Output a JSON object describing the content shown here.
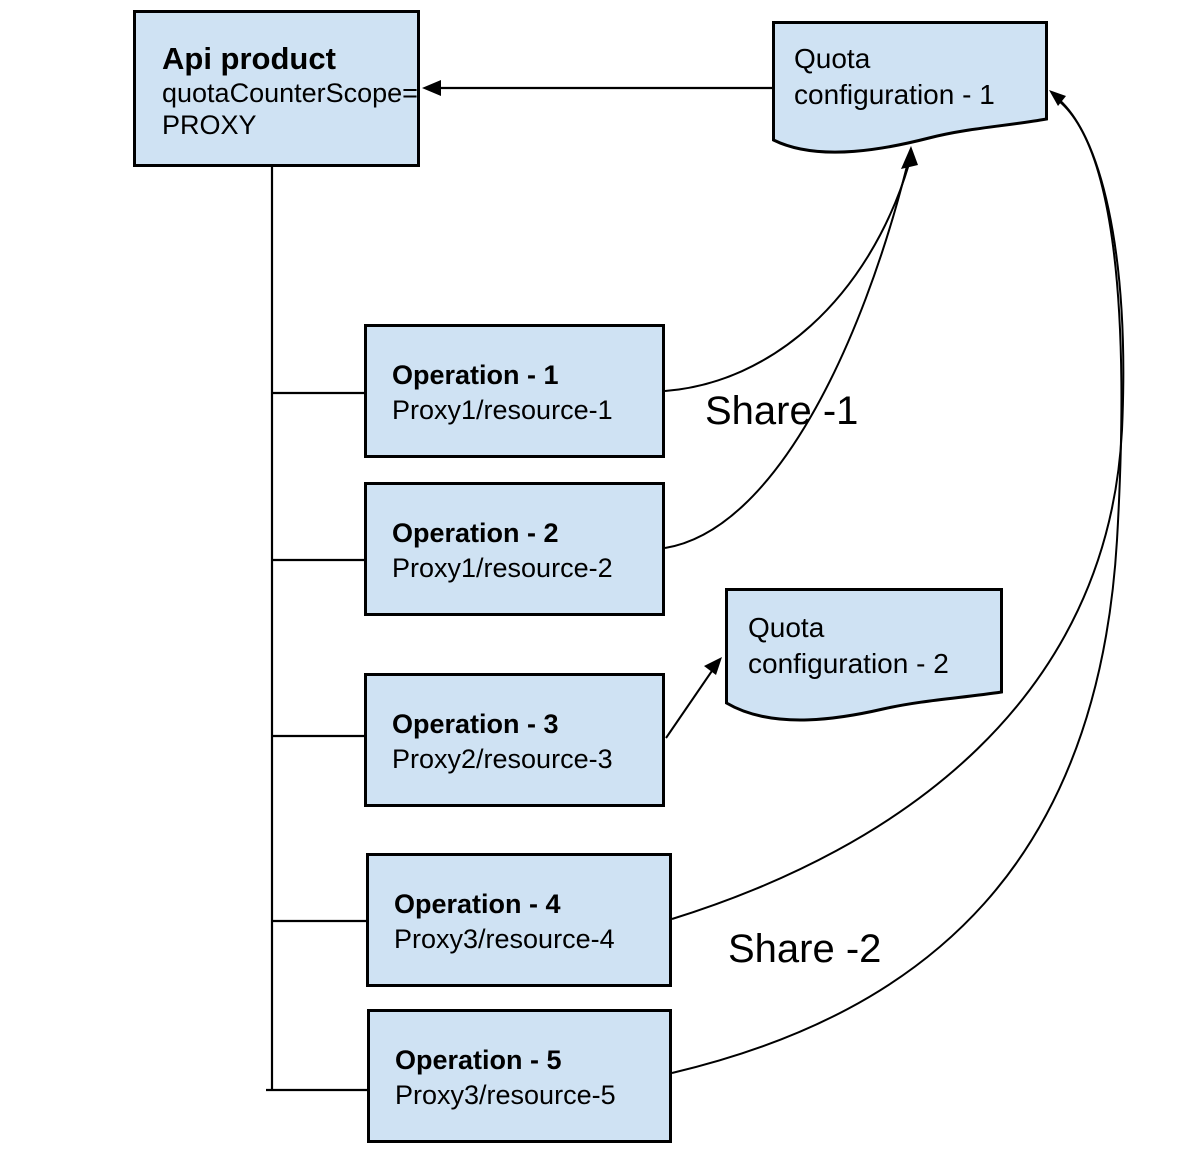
{
  "diagram": {
    "nodes": {
      "api_product": {
        "title": "Api product",
        "attr_line1": "quotaCounterScope=",
        "attr_line2": "PROXY"
      },
      "quota_config_1": {
        "line1": "Quota",
        "line2": "configuration - 1"
      },
      "quota_config_2": {
        "line1": "Quota",
        "line2": "configuration - 2"
      },
      "operations": [
        {
          "title": "Operation - 1",
          "path": "Proxy1/resource-1"
        },
        {
          "title": "Operation - 2",
          "path": "Proxy1/resource-2"
        },
        {
          "title": "Operation - 3",
          "path": "Proxy2/resource-3"
        },
        {
          "title": "Operation - 4",
          "path": "Proxy3/resource-4"
        },
        {
          "title": "Operation - 5",
          "path": "Proxy3/resource-5"
        }
      ]
    },
    "labels": {
      "share_1": "Share -1",
      "share_2": "Share -2"
    },
    "edges": [
      {
        "from": "quota-configuration-1",
        "to": "api-product",
        "style": "arrow"
      },
      {
        "from": "api-product",
        "to": "operation-1,operation-2,operation-3,operation-4,operation-5",
        "style": "tree-trunk"
      },
      {
        "from": "operation-1",
        "to": "quota-configuration-1",
        "label": "Share -1",
        "style": "curved-arrow"
      },
      {
        "from": "operation-2",
        "to": "quota-configuration-1",
        "label": "Share -1",
        "style": "curved-arrow"
      },
      {
        "from": "operation-3",
        "to": "quota-configuration-2",
        "style": "arrow"
      },
      {
        "from": "operation-4",
        "to": "quota-configuration-1",
        "label": "Share -2",
        "style": "curved-arrow"
      },
      {
        "from": "operation-5",
        "to": "quota-configuration-1",
        "label": "Share -2",
        "style": "curved-arrow"
      }
    ],
    "colors": {
      "node_fill": "#cfe2f3",
      "node_border": "#000000",
      "connector": "#000000",
      "text": "#000000",
      "background": "#ffffff"
    }
  }
}
